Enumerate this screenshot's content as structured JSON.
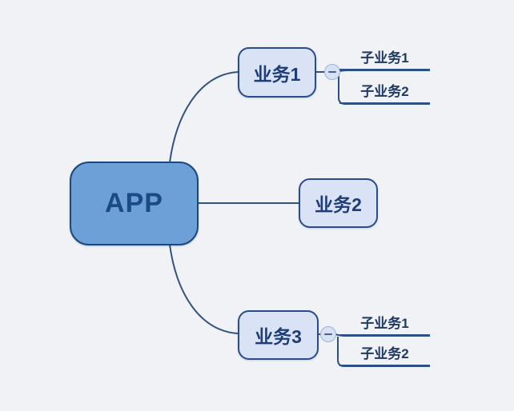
{
  "colors": {
    "background": "#F0F2F6",
    "root_fill": "#6DA0D7",
    "root_border": "#1B497D",
    "root_text": "#1A4B85",
    "branch_fill": "#DAE3F6",
    "branch_border": "#2B4C8C",
    "branch_text": "#1E3C78",
    "child_text": "#1F3864",
    "connector_line": "#31547F",
    "child_underline": "#2B4F86",
    "collapse_fill": "#D6E1F5",
    "collapse_border": "#9FB2D6",
    "collapse_glyph_color": "#4A5E8F"
  },
  "icons": {
    "collapse_glyph": "minus-circle"
  },
  "mindmap": {
    "root": {
      "label": "APP"
    },
    "branches": [
      {
        "label": "业务1",
        "has_collapse_icon": true,
        "children": [
          {
            "label": "子业务1"
          },
          {
            "label": "子业务2"
          }
        ]
      },
      {
        "label": "业务2",
        "has_collapse_icon": false,
        "children": []
      },
      {
        "label": "业务3",
        "has_collapse_icon": true,
        "children": [
          {
            "label": "子业务1"
          },
          {
            "label": "子业务2"
          }
        ]
      }
    ]
  }
}
